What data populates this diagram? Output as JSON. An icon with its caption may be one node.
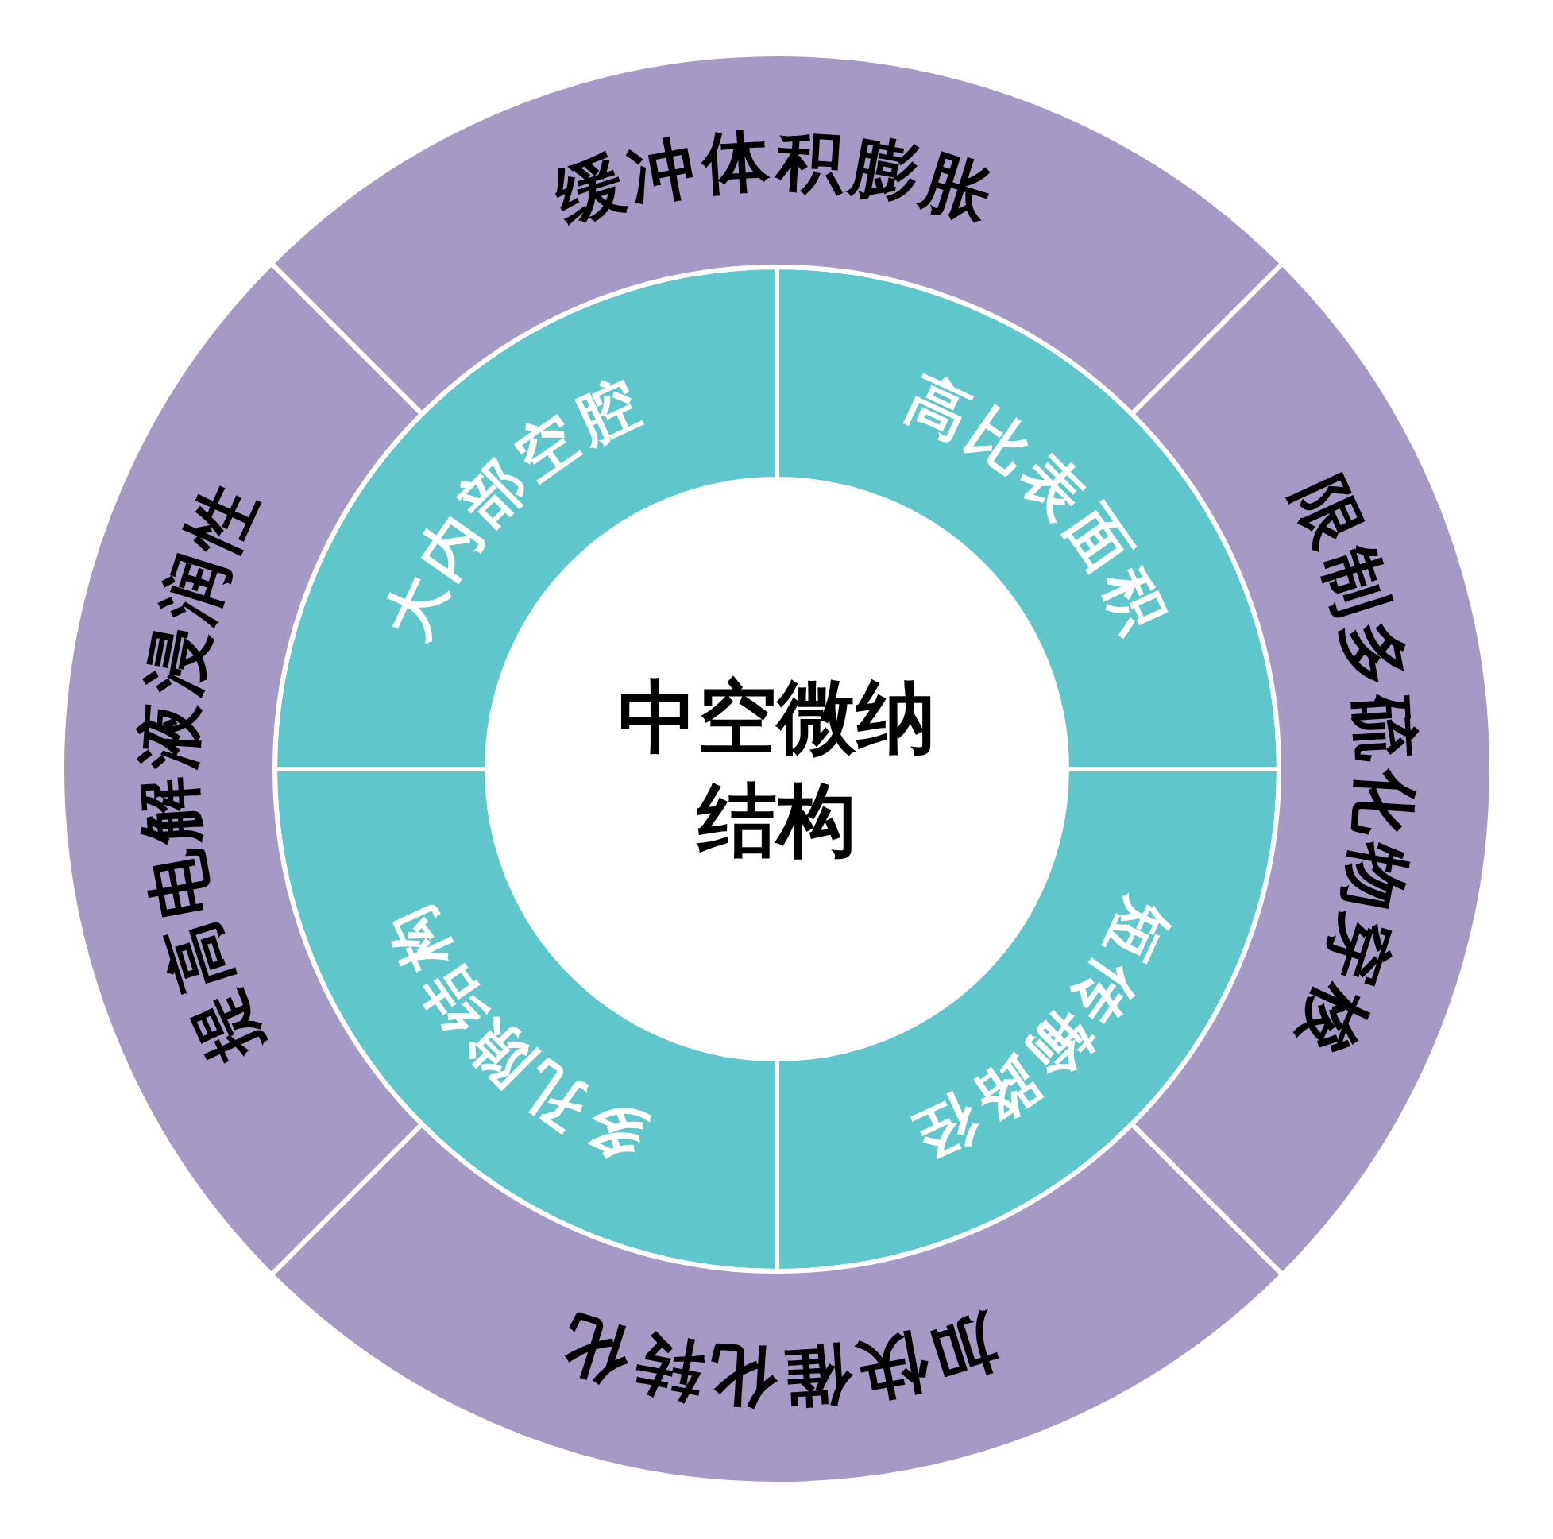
{
  "diagram": {
    "nodes": [
      {
        "text": [
          "中空微纳结构"
        ]
      },
      {
        "text": [
          "大内部空腔"
        ]
      },
      {
        "text": [
          "高比表面积"
        ]
      },
      {
        "text": [
          "短传输路径"
        ]
      },
      {
        "text": [
          "多孔隙结构"
        ]
      },
      {
        "text": [
          "缓冲体积膨胀"
        ]
      },
      {
        "text": [
          "限制多硫化物穿梭"
        ]
      },
      {
        "text": [
          "加快催化转化"
        ]
      },
      {
        "text": [
          "提高电解液浸润性"
        ]
      }
    ]
  }
}
